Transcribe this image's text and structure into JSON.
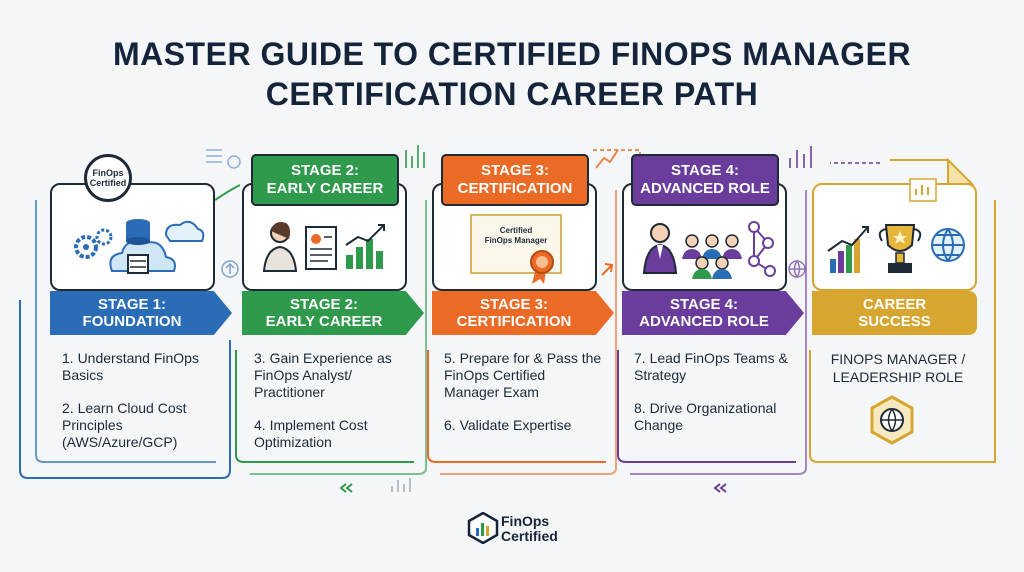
{
  "title": {
    "line1": "MASTER GUIDE TO CERTIFIED FINOPS MANAGER",
    "line2": "CERTIFICATION CAREER PATH"
  },
  "badge": {
    "line1": "FinOps",
    "line2": "Certified"
  },
  "header_tabs": [
    {
      "line1": "STAGE 2:",
      "line2": "EARLY CAREER"
    },
    {
      "line1": "STAGE 3:",
      "line2": "CERTIFICATION"
    },
    {
      "line1": "STAGE 4:",
      "line2": "ADVANCED ROLE"
    }
  ],
  "certificate": {
    "line1": "Certified",
    "line2": "FinOps Manager"
  },
  "stages": [
    {
      "line1": "STAGE 1:",
      "line2": "FOUNDATION",
      "color": "#2a6db6",
      "steps": [
        "1. Understand FinOps Basics",
        "2. Learn Cloud Cost Principles (AWS/Azure/GCP)"
      ]
    },
    {
      "line1": "STAGE 2:",
      "line2": "EARLY CAREER",
      "color": "#2f9a4c",
      "steps": [
        "3. Gain Experience as FinOps Analyst/ Practitioner",
        "4. Implement Cost Optimization"
      ]
    },
    {
      "line1": "STAGE 3:",
      "line2": "CERTIFICATION",
      "color": "#ea6a26",
      "steps": [
        "5. Prepare for & Pass the FinOps Certified Manager Exam",
        "6. Validate Expertise"
      ]
    },
    {
      "line1": "STAGE 4:",
      "line2": "ADVANCED ROLE",
      "color": "#6a3d9c",
      "steps": [
        "7. Lead FinOps Teams & Strategy",
        "8. Drive Organizational Change"
      ]
    },
    {
      "line1": "CAREER",
      "line2": "SUCCESS",
      "color": "#d7a631",
      "steps": [
        "FINOPS MANAGER / LEADERSHIP ROLE"
      ]
    }
  ],
  "footer": {
    "line1": "FinOps",
    "line2": "Certified"
  },
  "icons": [
    "gear-icon",
    "database-icon",
    "cloud-icon",
    "person-icon",
    "report-icon",
    "bar-chart-icon",
    "ribbon-icon",
    "team-icon",
    "network-icon",
    "trophy-icon",
    "globe-icon"
  ]
}
